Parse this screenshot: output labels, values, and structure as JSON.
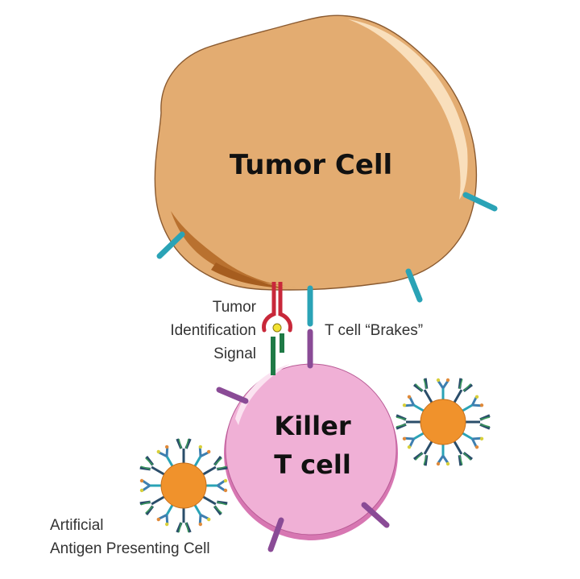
{
  "tumor_cell": {
    "label": "Tumor  Cell",
    "fill": "#e3ac71",
    "shadow": "#b46a28"
  },
  "t_cell": {
    "label_line1": "Killer",
    "label_line2": "T cell",
    "fill": "#f0b0d6"
  },
  "labels": {
    "tumor_id_line1": "Tumor",
    "tumor_id_line2": "Identification",
    "tumor_id_line3": "Signal",
    "brakes": "T cell “Brakes”",
    "apc_line1": "Artificial",
    "apc_line2": "Antigen  Presenting  Cell"
  },
  "colors": {
    "receptor_teal": "#2aa3b6",
    "receptor_purple": "#8a4b96",
    "mhc_red": "#c8283a",
    "tcr_green": "#1f7a46",
    "antigen_yellow": "#f2e232",
    "apc_orange": "#f0922c"
  }
}
